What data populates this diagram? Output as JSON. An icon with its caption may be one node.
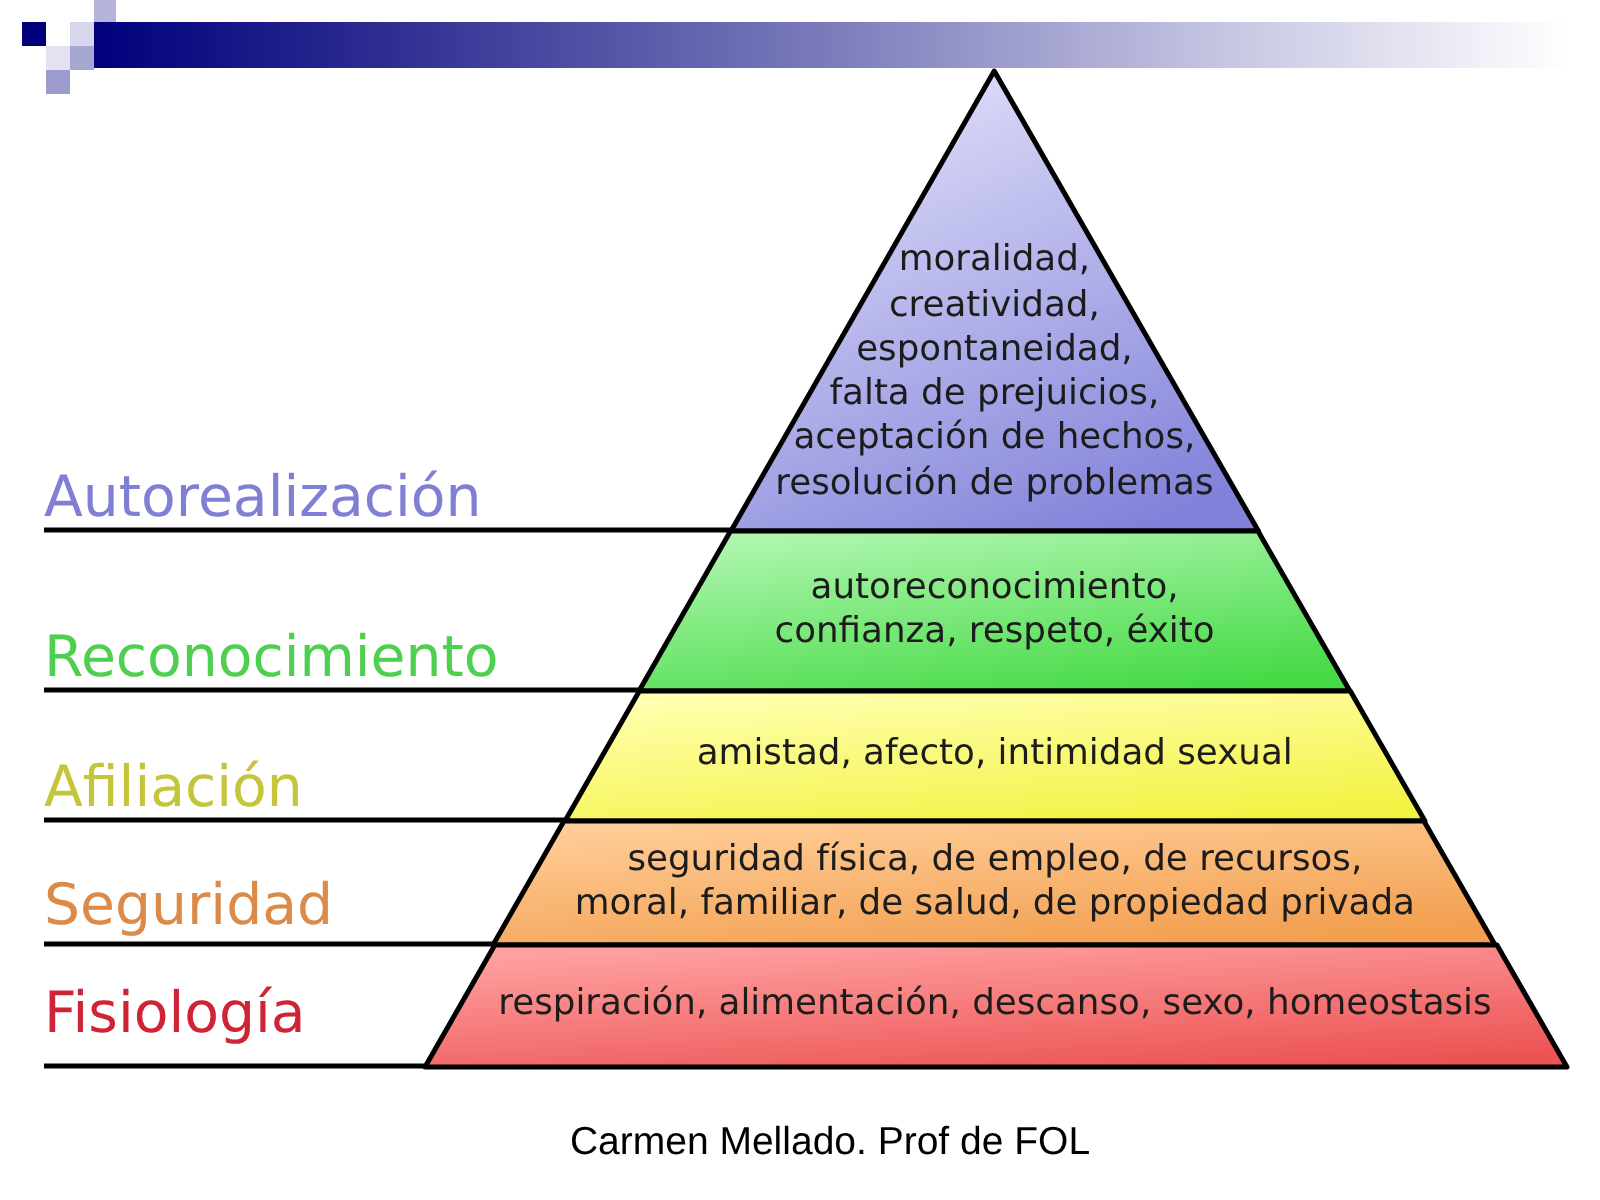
{
  "diagram": {
    "caption": "Carmen Mellado. Prof de FOL",
    "nodes": [
      {
        "text": [
          "moralidad, creatividad, espontaneidad, falta de prejuicios, aceptación de hechos, resolución de problemas"
        ]
      },
      {
        "text": [
          "Autorealización"
        ]
      },
      {
        "text": [
          "autoreconocimiento, confianza, respeto, éxito"
        ]
      },
      {
        "text": [
          "Reconocimiento"
        ]
      },
      {
        "text": [
          "amistad, afecto, intimidad sexual"
        ]
      },
      {
        "text": [
          "Afiliación"
        ]
      },
      {
        "text": [
          "seguridad física, de empleo, de recursos, moral, familiar, de salud, de propiedad privada"
        ]
      },
      {
        "text": [
          "Seguridad"
        ]
      },
      {
        "text": [
          "respiración, alimentación, descanso, sexo, homeostasis"
        ]
      },
      {
        "text": [
          "Fisiología"
        ]
      }
    ],
    "edges": [
      {
        "from": 1,
        "to": 0,
        "arrow": "none"
      },
      {
        "from": 3,
        "to": 2,
        "arrow": "none"
      },
      {
        "from": 5,
        "to": 4,
        "arrow": "none"
      },
      {
        "from": 7,
        "to": 6,
        "arrow": "none"
      },
      {
        "from": 9,
        "to": 8,
        "arrow": "none"
      }
    ]
  }
}
